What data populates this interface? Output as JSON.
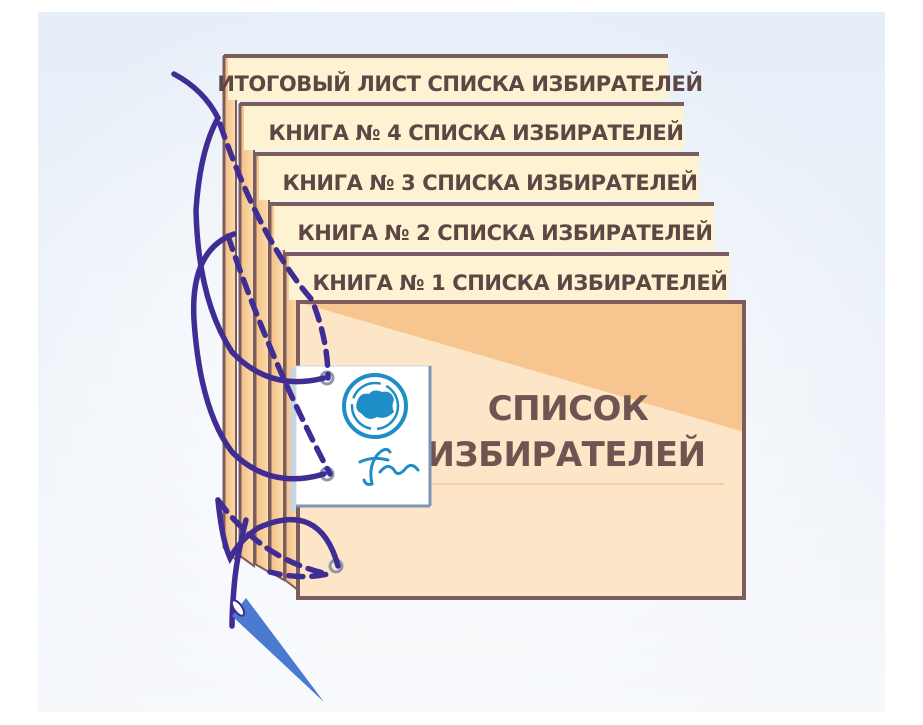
{
  "sheets": [
    {
      "label": "ИТОГОВЫЙ ЛИСТ СПИСКА ИЗБИРАТЕЛЕЙ"
    },
    {
      "label": "КНИГА № 4 СПИСКА ИЗБИРАТЕЛЕЙ"
    },
    {
      "label": "КНИГА № 3 СПИСКА ИЗБИРАТЕЛЕЙ"
    },
    {
      "label": "КНИГА № 2 СПИСКА ИЗБИРАТЕЛЕЙ"
    },
    {
      "label": "КНИГА № 1 СПИСКА ИЗБИРАТЕЛЕЙ"
    }
  ],
  "cover": {
    "title_line1": "СПИСОК",
    "title_line2": "ИЗБИРАТЕЛЕЙ"
  },
  "colors": {
    "sheet_fill": "#fdf3d3",
    "sheet_edge": "#f6c58b",
    "border": "#7c5c5c",
    "cover_top": "#f7c58f",
    "cover_bottom": "#fde6c7",
    "thread": "#3f2d94",
    "seal": "#1f8ec6",
    "needle": "#4a7bd1"
  },
  "icons": [
    "seal-icon",
    "signature-icon",
    "needle-icon"
  ]
}
